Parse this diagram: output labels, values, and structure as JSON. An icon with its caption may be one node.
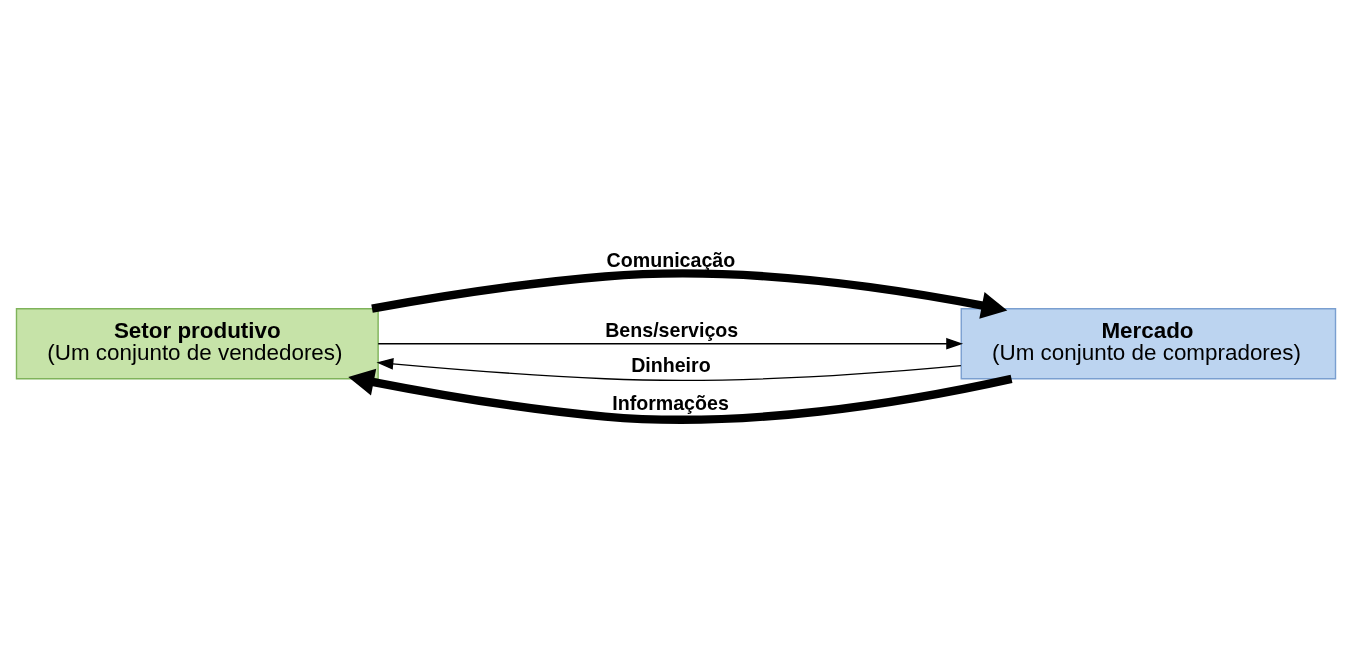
{
  "diagram": {
    "nodes": [
      {
        "text": [
          "Setor produtivo",
          "(Um conjunto de vendedores)"
        ]
      },
      {
        "text": [
          "Mercado",
          "(Um conjunto de compradores)"
        ]
      }
    ],
    "edges": [
      {
        "from": 0,
        "to": 1,
        "arrow": "to",
        "label": "Comunicação",
        "style": "thick"
      },
      {
        "from": 0,
        "to": 1,
        "arrow": "to",
        "label": "Bens/serviços"
      },
      {
        "from": 1,
        "to": 0,
        "arrow": "to",
        "label": "Dinheiro"
      },
      {
        "from": 1,
        "to": 0,
        "arrow": "to",
        "label": "Informações",
        "style": "thick"
      }
    ]
  }
}
